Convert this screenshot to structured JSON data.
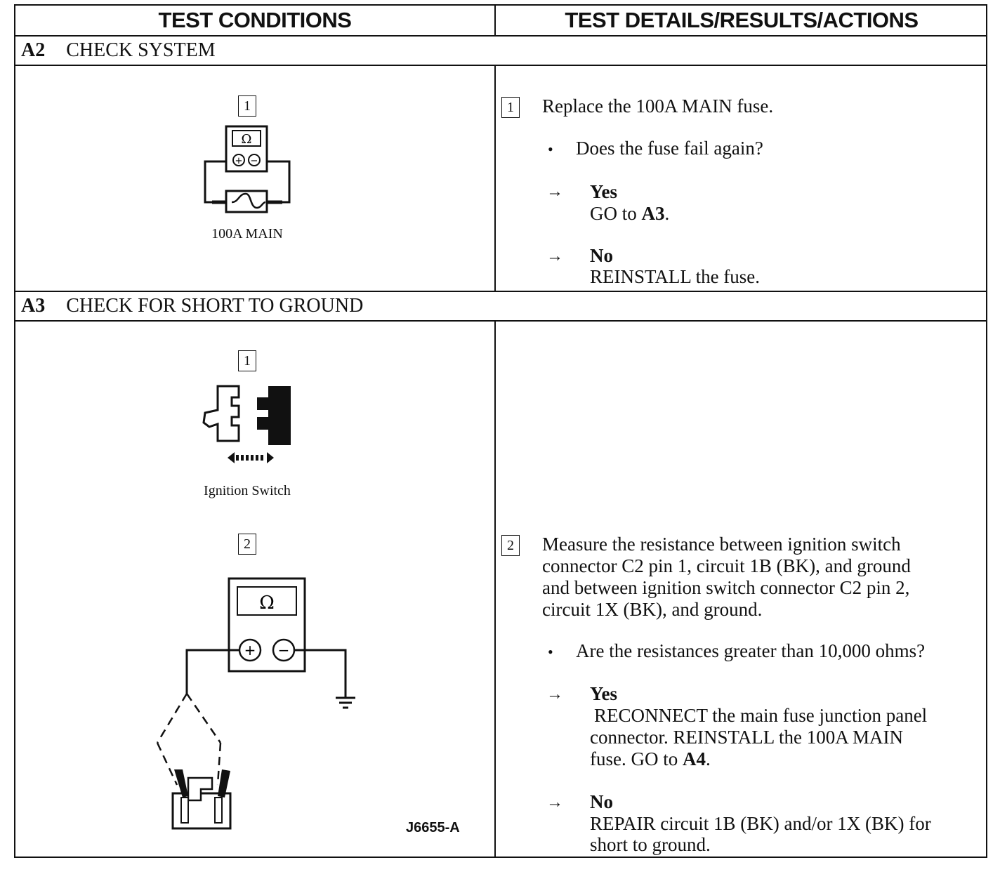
{
  "header": {
    "left": "TEST CONDITIONS",
    "right": "TEST DETAILS/RESULTS/ACTIONS"
  },
  "a2": {
    "id": "A2",
    "title": "CHECK SYSTEM",
    "figure": {
      "step": "1",
      "meter_symbol": "Ω",
      "caption": "100A MAIN"
    },
    "step": "1",
    "instruction": "Replace the 100A MAIN fuse.",
    "question": "Does the fuse fail again?",
    "yes": {
      "label": "Yes",
      "pre": "GO to ",
      "target": "A3",
      "post": "."
    },
    "no": {
      "label": "No",
      "action": "REINSTALL the fuse."
    }
  },
  "a3": {
    "id": "A3",
    "title": "CHECK FOR SHORT TO GROUND",
    "figure1": {
      "step": "1",
      "caption": "Ignition Switch"
    },
    "figure2": {
      "step": "2",
      "meter_symbol": "Ω"
    },
    "code": "J6655-A",
    "step": "2",
    "instruction": [
      "Measure the resistance between ignition switch",
      "connector C2 pin 1, circuit 1B (BK), and ground",
      "and between ignition switch connector C2 pin 2,",
      "circuit 1X (BK), and ground."
    ],
    "question": "Are the resistances greater than 10,000 ohms?",
    "yes": {
      "label": "Yes",
      "line1": "RECONNECT the main fuse junction panel",
      "line2": "connector. REINSTALL the 100A MAIN",
      "line3_pre": "fuse. GO to ",
      "line3_target": "A4",
      "line3_post": "."
    },
    "no": {
      "label": "No",
      "line1": "REPAIR circuit 1B (BK) and/or 1X (BK) for",
      "line2": "short to ground."
    }
  },
  "symbols": {
    "arrow": "→",
    "bullet": "•"
  },
  "icons": [
    "ohmmeter-icon",
    "fuse-icon",
    "connector-icon",
    "ground-icon",
    "double-arrow-icon"
  ]
}
